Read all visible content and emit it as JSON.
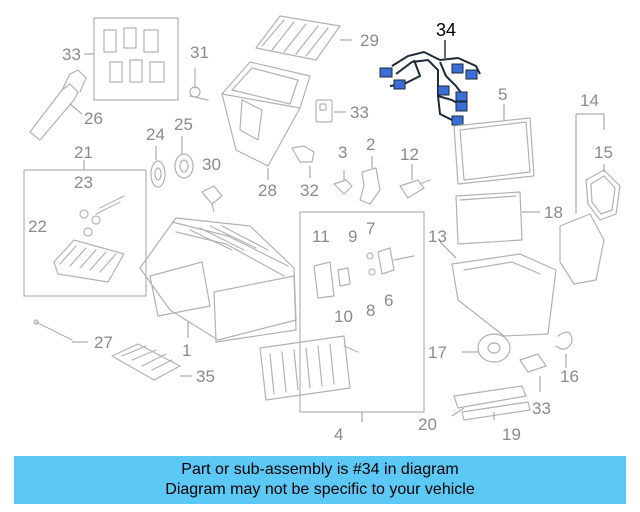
{
  "highlighted_part": "34",
  "callouts": [
    "34",
    "33",
    "31",
    "29",
    "26",
    "5",
    "33",
    "14",
    "24",
    "25",
    "2",
    "21",
    "12",
    "15",
    "30",
    "23",
    "3",
    "28",
    "32",
    "18",
    "22",
    "11",
    "9",
    "7",
    "13",
    "6",
    "8",
    "10",
    "27",
    "1",
    "17",
    "35",
    "16",
    "33",
    "20",
    "19",
    "4"
  ],
  "colors": {
    "banner_bg": "#5bc8f5",
    "harness_wire": "#1c2a3a",
    "connector": "#3a6fd8",
    "line_art": "#b2b2b2"
  },
  "banner": {
    "line1": "Part or sub-assembly is #34 in diagram",
    "line2": "Diagram may not be specific to your vehicle"
  }
}
